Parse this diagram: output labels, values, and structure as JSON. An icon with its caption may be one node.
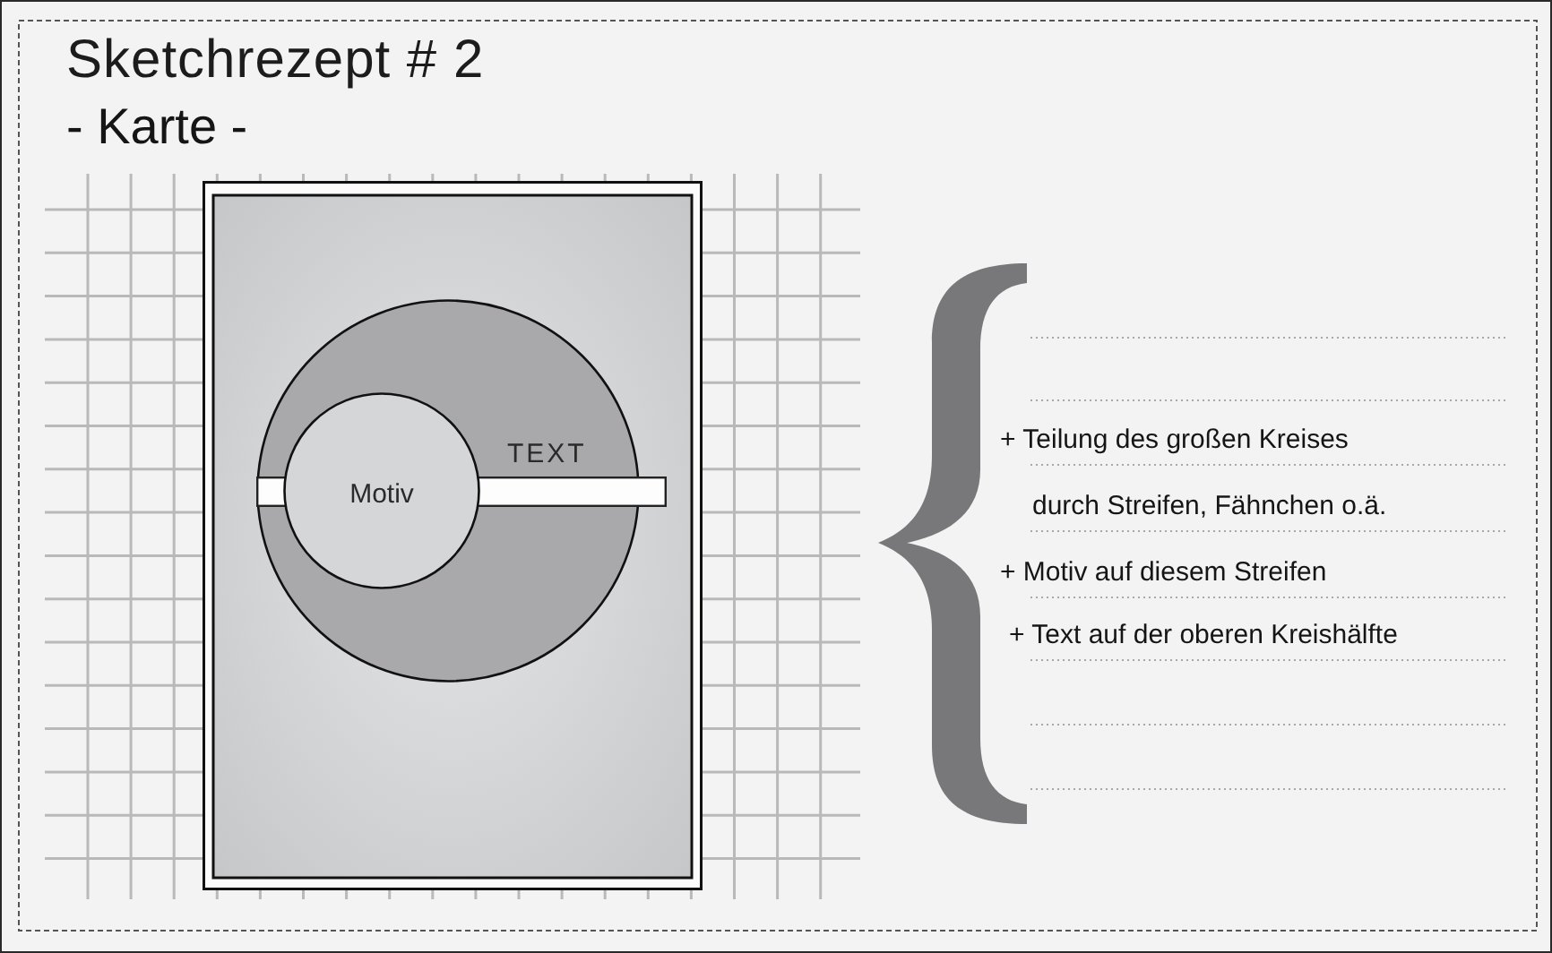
{
  "diagram": {
    "title": "Sketchrezept # 2",
    "nodes": [
      {
        "text": [],
        "shape": "box"
      },
      {
        "text": [
          "TEXT"
        ],
        "in": 0
      },
      {
        "text": [
          "Motiv"
        ],
        "in": 1
      },
      {
        "text": [],
        "shape": "brace"
      }
    ],
    "labels": [
      "- Karte -",
      "+ Teilung des großen Kreises",
      "durch Streifen, Fähnchen o.ä.",
      "+ Motiv auf diesem Streifen",
      "+ Text auf der oberen Kreishälfte"
    ]
  }
}
